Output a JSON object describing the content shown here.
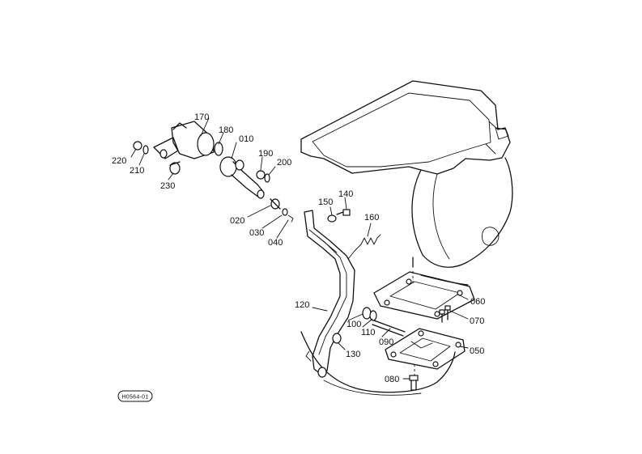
{
  "drawing_id": "H0564-01",
  "callouts": [
    {
      "id": "010",
      "label": "010"
    },
    {
      "id": "020",
      "label": "020"
    },
    {
      "id": "030",
      "label": "030"
    },
    {
      "id": "040",
      "label": "040"
    },
    {
      "id": "050",
      "label": "050"
    },
    {
      "id": "060",
      "label": "060"
    },
    {
      "id": "070",
      "label": "070"
    },
    {
      "id": "080",
      "label": "080"
    },
    {
      "id": "090",
      "label": "090"
    },
    {
      "id": "100",
      "label": "100"
    },
    {
      "id": "110",
      "label": "110"
    },
    {
      "id": "120",
      "label": "120"
    },
    {
      "id": "130",
      "label": "130"
    },
    {
      "id": "140",
      "label": "140"
    },
    {
      "id": "150",
      "label": "150"
    },
    {
      "id": "160",
      "label": "160"
    },
    {
      "id": "170",
      "label": "170"
    },
    {
      "id": "180",
      "label": "180"
    },
    {
      "id": "190",
      "label": "190"
    },
    {
      "id": "200",
      "label": "200"
    },
    {
      "id": "210",
      "label": "210"
    },
    {
      "id": "220",
      "label": "220"
    },
    {
      "id": "230",
      "label": "230"
    }
  ]
}
